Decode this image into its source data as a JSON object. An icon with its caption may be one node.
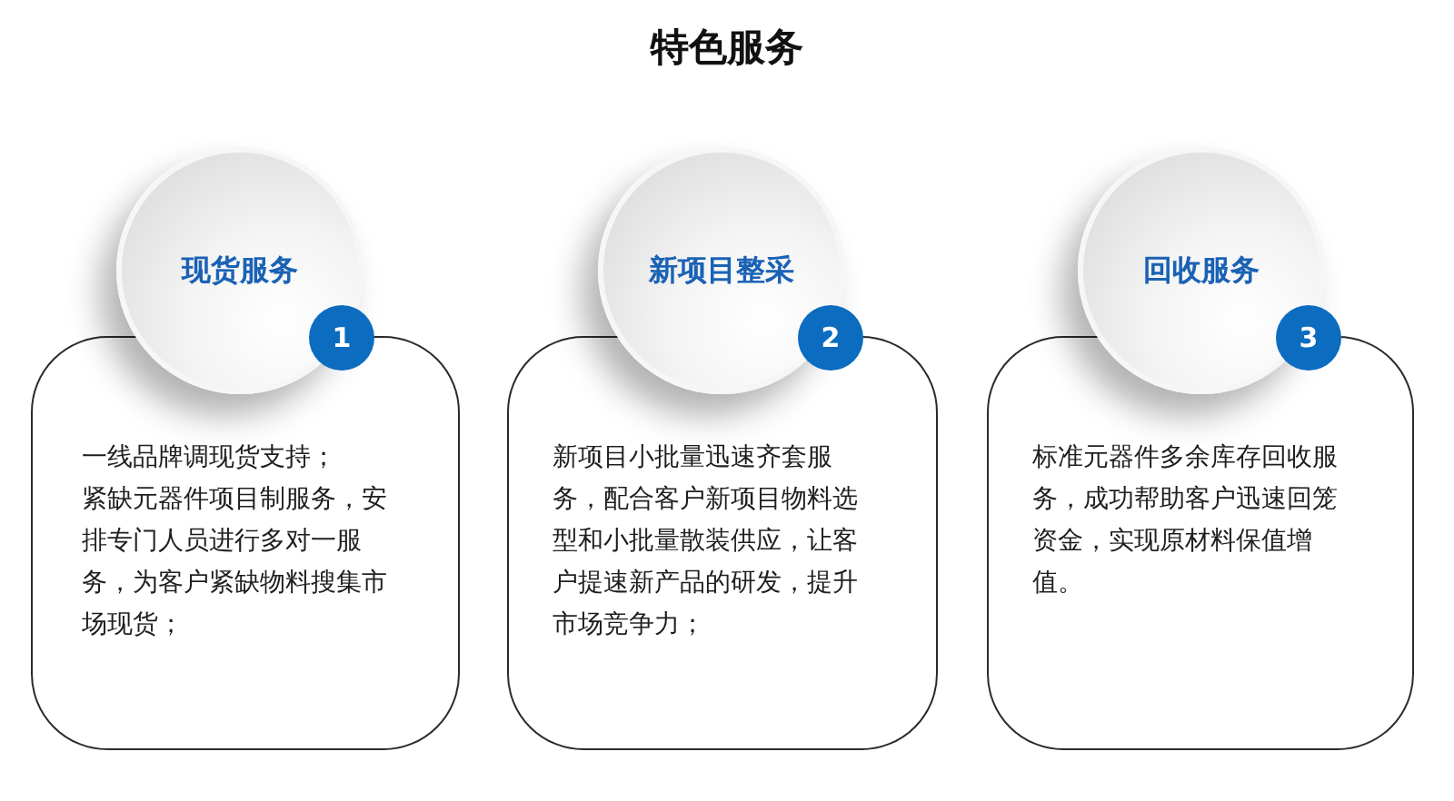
{
  "diagram": {
    "title": "特色服务",
    "nodes": [
      {
        "text": [
          "现货服务"
        ]
      },
      {
        "text": [
          "1"
        ]
      },
      {
        "text": [
          "一线品牌调现货支持；",
          "紧缺元器件项目制服务，安排专门人员进行多对一服务，为客户紧缺物料搜集市场现货；"
        ]
      },
      {
        "text": [
          "新项目整采"
        ]
      },
      {
        "text": [
          "2"
        ]
      },
      {
        "text": [
          "新项目小批量迅速齐套服务，配合客户新项目物料选型和小批量散装供应，让客户提速新产品的研发，提升市场竞争力；"
        ]
      },
      {
        "text": [
          "回收服务"
        ]
      },
      {
        "text": [
          "3"
        ]
      },
      {
        "text": [
          "标准元器件多余库存回收服务，成功帮助客户迅速回笼资金，实现原材料保值增值。"
        ]
      }
    ]
  }
}
